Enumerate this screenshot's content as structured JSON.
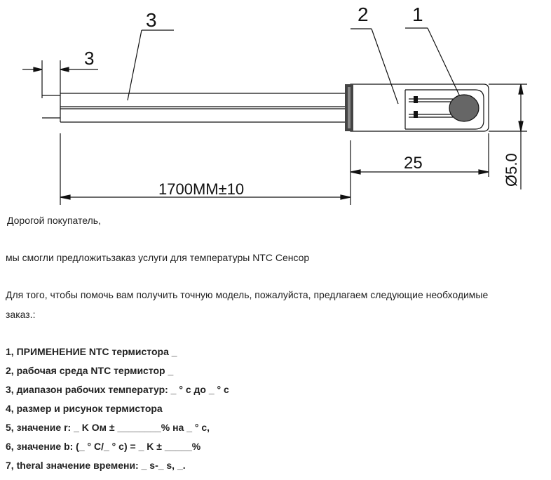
{
  "drawing": {
    "callouts": [
      "1",
      "2",
      "3"
    ],
    "dim_lead_strip": "3",
    "dim_total_length": "1700MM±10",
    "dim_probe_length": "25",
    "dim_diameter": "Ø5.0"
  },
  "text": {
    "greeting": "Дорогой покупатель,",
    "intro": "мы смогли предложитьзаказ услуги для температуры NTC Сенсор",
    "request_line1": "Для того, чтобы помочь вам получить точную модель, пожалуйста, предлагаем следующие необходимые",
    "request_line2": "заказ.:",
    "items": [
      "1, ПРИМЕНЕНИЕ NTC термистора _",
      "2, рабочая среда NTC термистор _",
      "3, диапазон рабочих температур: _ ° c до _ ° c",
      "4, размер и рисунок термистора",
      "5, значение r: _ K Ом ± ________% на _ ° c,",
      "6, значение b: (_ ° C/_ ° c) = _ K ± _____%",
      "7, theral значение времени: _ s-_ s, _."
    ]
  }
}
